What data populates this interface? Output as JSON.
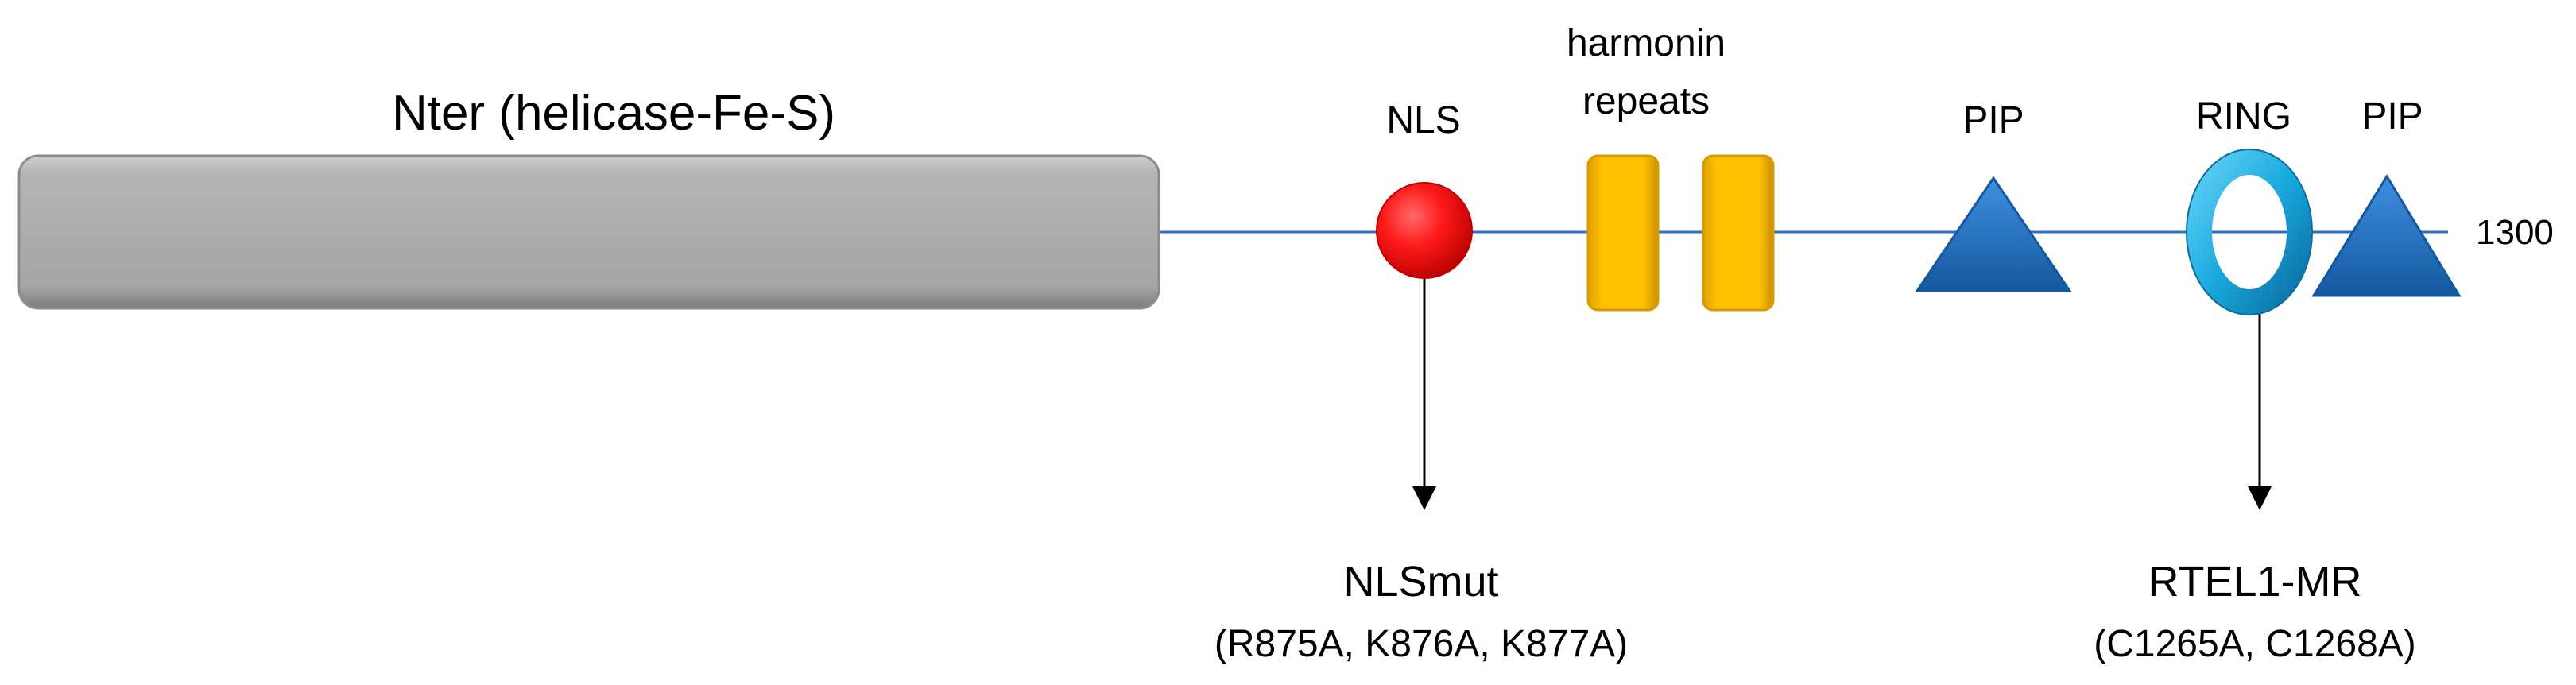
{
  "domain_labels": {
    "nter": "Nter (helicase-Fe-S)",
    "nls": "NLS",
    "harmonin_line1": "harmonin",
    "harmonin_line2": "repeats",
    "pip1": "PIP",
    "ring": "RING",
    "pip2": "PIP",
    "length": "1300"
  },
  "mutants": {
    "nls_name": "NLSmut",
    "nls_detail": "(R875A, K876A, K877A)",
    "ring_name": "RTEL1-MR",
    "ring_detail": "(C1265A, C1268A)"
  },
  "colors": {
    "backbone_line": "#2e6fc2",
    "helicase_box": "#a8a8a8",
    "nls_circle": "#ff1a1a",
    "harmonin_box": "#ffc000",
    "pip_triangle": "#1f6fc5",
    "ring": "#19a9df",
    "arrow": "#000000"
  },
  "icons": [
    "helicase-domain-bar",
    "nls-circle",
    "harmonin-box",
    "pip-triangle",
    "ring-ellipse",
    "down-arrow"
  ]
}
